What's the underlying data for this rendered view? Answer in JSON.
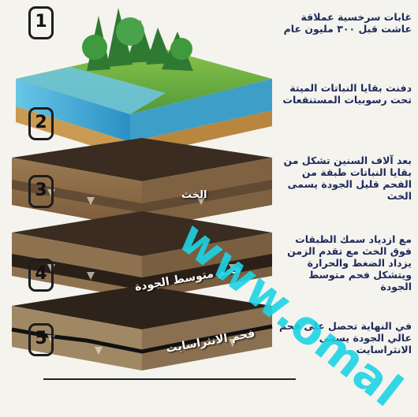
{
  "steps": [
    {
      "number": "1",
      "caption": "غابات سرخسية عملاقة عاشت قبل ٣٠٠ مليون عام"
    },
    {
      "number": "2",
      "caption": "دفنت بقايا النباتات الميتة تحت رسوبيات المستنقعات"
    },
    {
      "number": "3",
      "caption": "بعد آلاف السنين تشكل من بقايا النباتات طبقة من الفحم قليل الجودة يسمى الخث",
      "layer_label": "الخث"
    },
    {
      "number": "4",
      "caption": "مع ازدياد سمك الطبقات فوق الخث مع تقدم الزمن يزداد الضغط والحرارة ويتشكل فحم متوسط الجودة",
      "layer_label": "فحم متوسط الجودة"
    },
    {
      "number": "5",
      "caption": "في النهاية تحصل على فحم عالي الجودة يسمى الانثراسايت",
      "layer_label": "فحم الانثراسايت"
    }
  ],
  "watermark": "www.omal",
  "colors": {
    "grass": "#4f9a3a",
    "water": "#3aa6d4",
    "sand": "#c99a52",
    "soil": "#8a6a45",
    "dark_soil": "#3a2c20",
    "watermark": "#1ed4e6"
  }
}
